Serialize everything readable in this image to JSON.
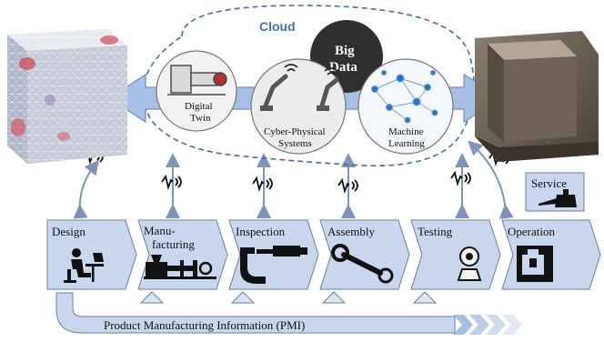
{
  "cloud": {
    "title": "Cloud",
    "big_data_line1": "Big",
    "big_data_line2": "Data",
    "digital_twin_line1": "Digital",
    "digital_twin_line2": "Twin",
    "cps_line1": "Cyber-Physical",
    "cps_line2": "Systems",
    "ml_line1": "Machine",
    "ml_line2": "Learning"
  },
  "stages": [
    {
      "label": "Design",
      "icon": "person-at-computer-icon"
    },
    {
      "label_line1": "Manu-",
      "label_line2": "facturing",
      "icon": "injection-molding-machine-icon"
    },
    {
      "label": "Inspection",
      "icon": "micrometer-icon"
    },
    {
      "label": "Assembly",
      "icon": "wrench-icon"
    },
    {
      "label": "Testing",
      "icon": "webcam-icon"
    },
    {
      "label": "Operation",
      "icon": "machine-tool-icon"
    }
  ],
  "service": {
    "label": "Service",
    "icon": "oil-can-icon"
  },
  "pmi": {
    "label": "Product Manufacturing Information (PMI)"
  },
  "colors": {
    "stage_fill": "#c9d7ee",
    "stage_stroke": "#6b7fa0",
    "arrow_blue": "#a9c0e6",
    "cloud_dash": "#4b6b9e",
    "cloud_text": "#4a6fb0",
    "big_data": "#2f2f2f"
  }
}
